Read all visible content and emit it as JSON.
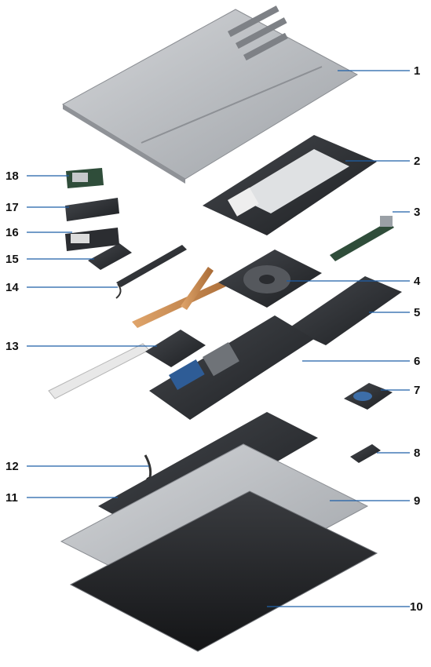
{
  "callouts": [
    {
      "label": "1"
    },
    {
      "label": "2"
    },
    {
      "label": "3"
    },
    {
      "label": "4"
    },
    {
      "label": "5"
    },
    {
      "label": "6"
    },
    {
      "label": "7"
    },
    {
      "label": "8"
    },
    {
      "label": "9"
    },
    {
      "label": "10"
    },
    {
      "label": "11"
    },
    {
      "label": "12"
    },
    {
      "label": "13"
    },
    {
      "label": "14"
    },
    {
      "label": "15"
    },
    {
      "label": "16"
    },
    {
      "label": "17"
    },
    {
      "label": "18"
    }
  ],
  "colors": {
    "leader": "#1f5fa8",
    "metal": "#b9bcc0",
    "dark": "#2b2d31",
    "pcb_blue": "#2e5c96",
    "copper": "#c98a4e",
    "label_text": "#111111"
  }
}
